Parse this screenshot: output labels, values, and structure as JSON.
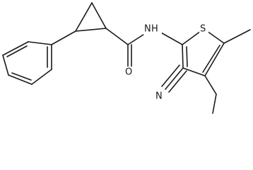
{
  "molecule": {
    "atom_labels": {
      "nitrogen_amide": "N",
      "hydrogen_amide": "H",
      "oxygen_carbonyl": "O",
      "sulfur_thiophene": "S",
      "nitrogen_nitrile": "N"
    },
    "colors": {
      "bond": "#1a1a1a",
      "label": "#1a1a1a",
      "background": "#ffffff"
    }
  }
}
